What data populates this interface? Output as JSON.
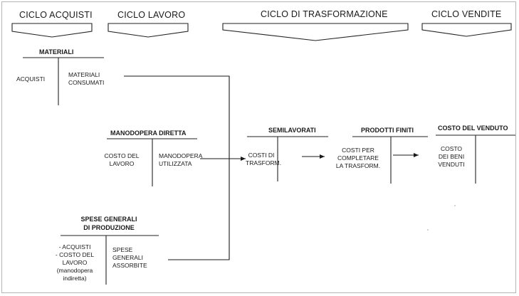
{
  "cycles": {
    "acquisti": "CICLO ACQUISTI",
    "lavoro": "CICLO LAVORO",
    "trasformazione": "CICLO DI TRASFORMAZIONE",
    "vendite": "CICLO VENDITE"
  },
  "accounts": {
    "materiali": {
      "title": "MATERIALI",
      "debit": [
        "ACQUISTI"
      ],
      "credit": [
        "MATERIALI",
        "CONSUMATI"
      ]
    },
    "manodopera": {
      "title": "MANODOPERA DIRETTA",
      "debit": [
        "COSTO DEL",
        "LAVORO"
      ],
      "credit": [
        "MANODOPERA",
        "UTILIZZATA"
      ]
    },
    "spese": {
      "title": [
        "SPESE GENERALI",
        "DI PRODUZIONE"
      ],
      "debit": [
        "- ACQUISTI",
        "- COSTO DEL",
        "LAVORO",
        "(manodopera",
        "indiretta)"
      ],
      "credit": [
        "SPESE",
        "GENERALI",
        "ASSORBITE"
      ]
    },
    "semilavorati": {
      "title": "SEMILAVORATI",
      "debit": [
        "COSTI DI",
        "TRASFORM."
      ]
    },
    "prodotti": {
      "title": "PRODOTTI FINITI",
      "debit": [
        "COSTI PER",
        "COMPLETARE",
        "LA TRASFORM."
      ]
    },
    "venduto": {
      "title": "COSTO DEL VENDUTO",
      "debit": [
        "COSTO",
        "DEI BENI",
        "VENDUTI"
      ]
    }
  }
}
